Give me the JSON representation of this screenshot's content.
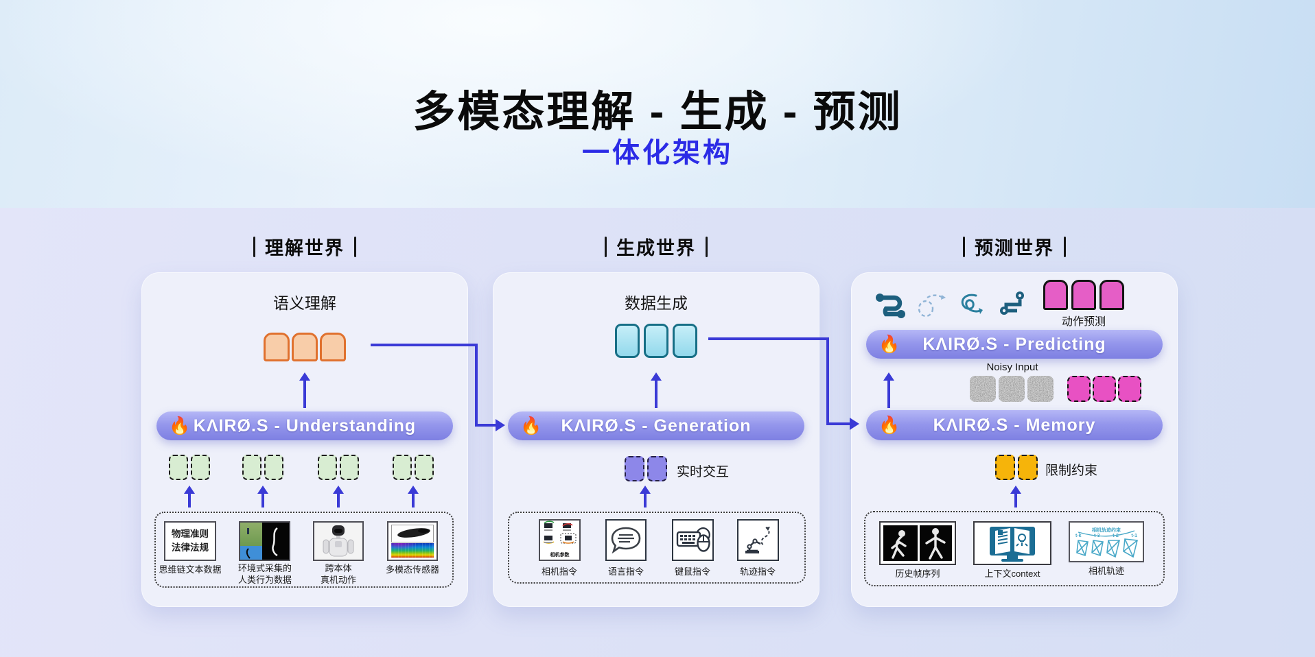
{
  "page": {
    "title": "多模态理解 - 生成 - 预测",
    "subtitle": "一体化架构"
  },
  "logo": {
    "fire": "🔥",
    "name": "KΛIRØ.S"
  },
  "colors": {
    "accent_blue": "#3a3ad6",
    "subtitle_blue": "#2b2be6",
    "bar_purple": "#8f92e9",
    "orange_token": "#f8cda9",
    "cyan_token": "#a9e4f4",
    "magenta_token": "#e55ec6",
    "green_token": "#d8edd2",
    "purple_token": "#8d87e9",
    "yellow_token": "#f6b40a"
  },
  "panels": {
    "understand": {
      "header": "理解世界",
      "output_label": "语义理解",
      "bar_label": "KΛIRØ.S - Understanding",
      "sources": [
        {
          "caption": "思维链文本数据",
          "card_text": "物理准则\n法律法规"
        },
        {
          "caption": "环境式采集的\n人类行为数据"
        },
        {
          "caption": "跨本体\n真机动作"
        },
        {
          "caption": "多模态传感器"
        }
      ]
    },
    "generate": {
      "header": "生成世界",
      "output_label": "数据生成",
      "bar_label": "KΛIRØ.S - Generation",
      "interact_label": "实时交互",
      "sources": [
        {
          "caption": "相机指令",
          "inner_label": "相机参数"
        },
        {
          "caption": "语言指令"
        },
        {
          "caption": "键鼠指令"
        },
        {
          "caption": "轨迹指令"
        }
      ]
    },
    "predict": {
      "header": "预测世界",
      "action_label": "动作预测",
      "bar_predicting": "KΛIRØ.S - Predicting",
      "noisy_label": "Noisy Input",
      "bar_memory": "KΛIRØ.S - Memory",
      "constraint_label": "限制约束",
      "sources": [
        {
          "caption": "历史帧序列"
        },
        {
          "caption": "上下文context"
        },
        {
          "caption": "相机轨迹",
          "inner_label": "相机轨迹约束",
          "frames": [
            "t-k",
            "t-3",
            "t-2",
            "t-1"
          ]
        }
      ]
    }
  }
}
